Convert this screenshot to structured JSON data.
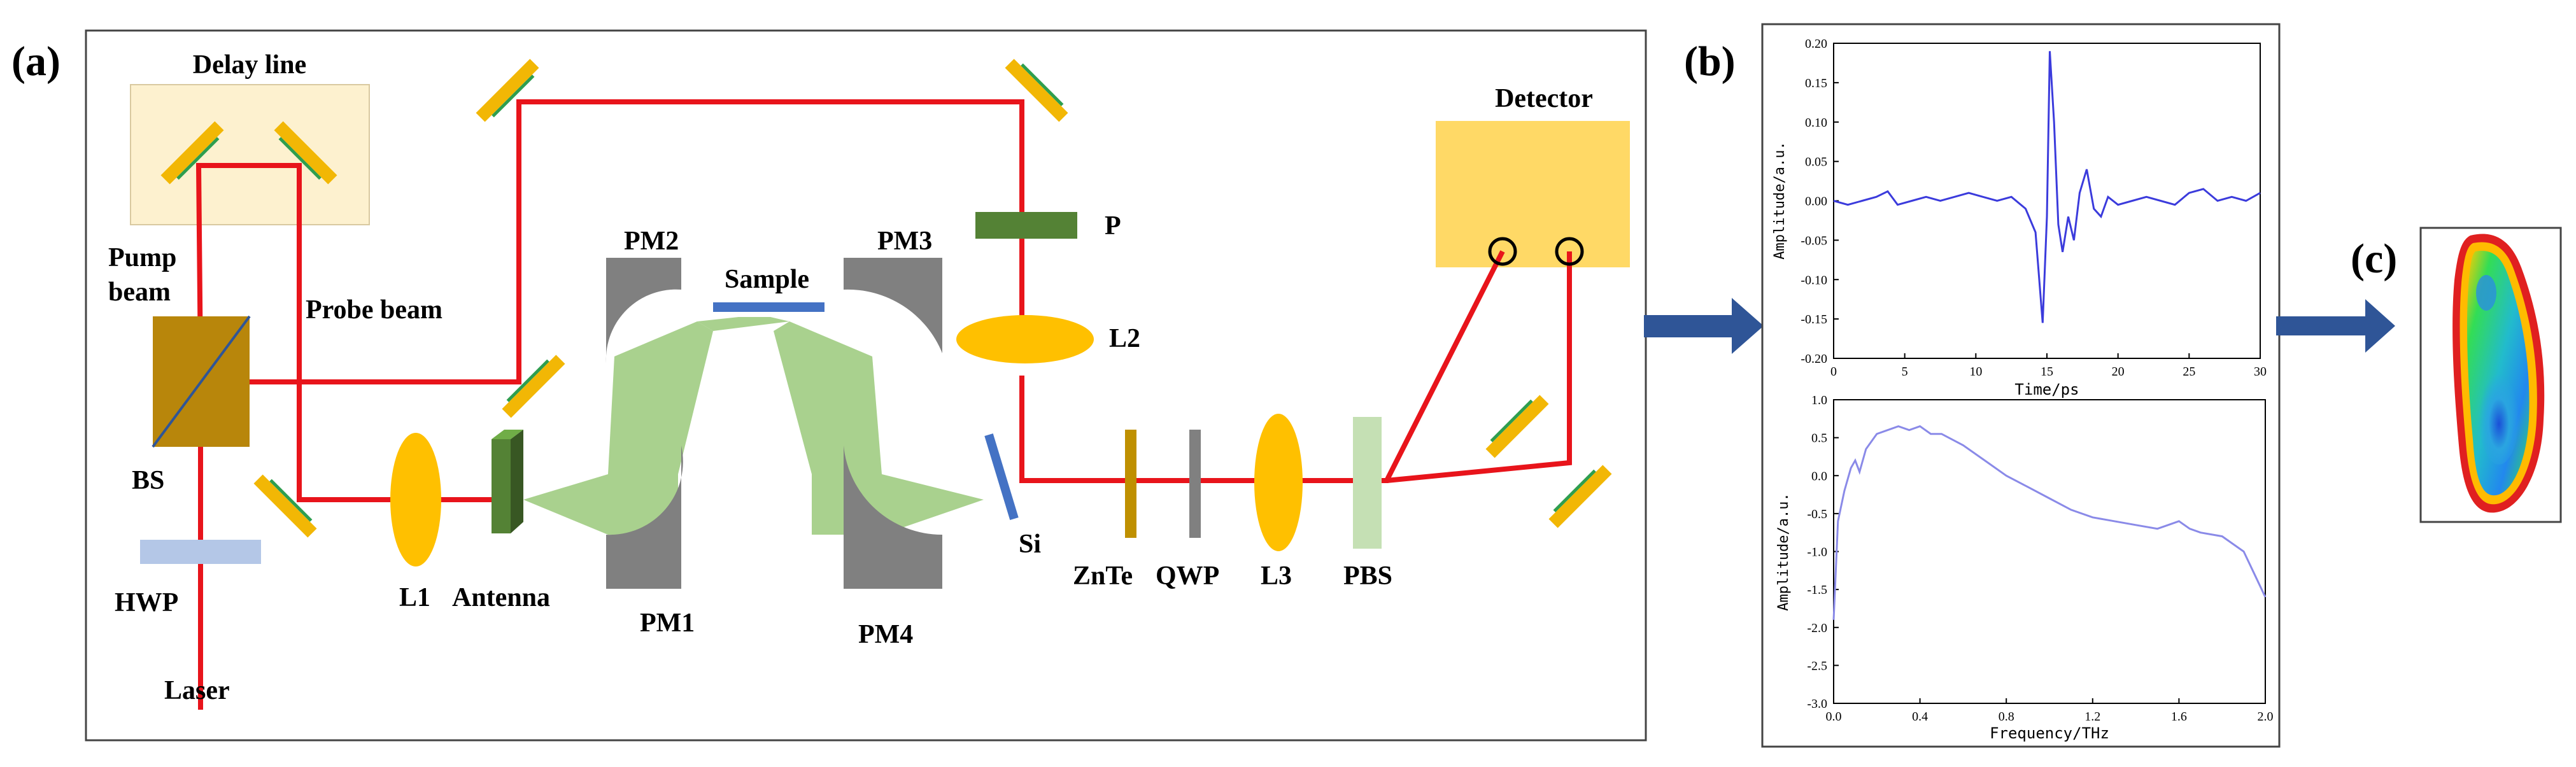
{
  "panel_a": {
    "tag": "(a)",
    "labels": {
      "delay_line": "Delay line",
      "pump_beam_1": "Pump",
      "pump_beam_2": "beam",
      "probe_beam": "Probe beam",
      "bs": "BS",
      "hwp": "HWP",
      "laser": "Laser",
      "l1": "L1",
      "antenna": "Antenna",
      "pm1": "PM1",
      "pm2": "PM2",
      "pm3": "PM3",
      "pm4": "PM4",
      "sample": "Sample",
      "p": "P",
      "l2": "L2",
      "si": "Si",
      "znte": "ZnTe",
      "qwp": "QWP",
      "l3": "L3",
      "pbs": "PBS",
      "detector": "Detector"
    },
    "colors": {
      "beam": "#e8141b",
      "thz": "#a9d18e",
      "mirror": "#f2b705",
      "mirror_coat": "#2e9e4f",
      "delay_box": "#fdf1cf",
      "detector_box": "#ffd966",
      "bs": "#b8860b",
      "hwp": "#b4c7e7",
      "lens": "#ffc000",
      "antenna": "#548235",
      "pm": "#808080",
      "sample": "#4472c4",
      "polarizer": "#548235",
      "znte": "#bf9000",
      "qwp": "#808080",
      "pbs": "#c5e0b4",
      "si": "#4472c4"
    }
  },
  "panel_b": {
    "tag": "(b)",
    "time_chart": {
      "ylabel": "Amplitude/a.u.",
      "xlabel": "Time/ps",
      "xlim": [
        0,
        30
      ],
      "ylim": [
        -0.2,
        0.2
      ],
      "xticks": [
        "0",
        "5",
        "10",
        "15",
        "20",
        "25",
        "30"
      ],
      "yticks": [
        "0.20",
        "0.15",
        "0.10",
        "0.05",
        "0.00",
        "-0.05",
        "-0.10",
        "-0.15",
        "-0.20"
      ]
    },
    "freq_chart": {
      "ylabel": "Amplitude/a.u.",
      "xlabel": "Frequency/THz",
      "xlim": [
        0,
        2.0
      ],
      "ylim": [
        -3.0,
        1.0
      ],
      "xticks": [
        "0.0",
        "0.4",
        "0.8",
        "1.2",
        "1.6",
        "2.0"
      ],
      "yticks": [
        "1.0",
        "0.5",
        "0.0",
        "-0.5",
        "-1.0",
        "-1.5",
        "-2.0",
        "-2.5",
        "-3.0"
      ]
    }
  },
  "panel_c": {
    "tag": "(c)"
  },
  "chart_data": [
    {
      "type": "line",
      "xlabel": "Time/ps",
      "ylabel": "Amplitude/a.u.",
      "xlim": [
        0,
        30
      ],
      "ylim": [
        -0.2,
        0.2
      ],
      "line_color": "#3b3bdc",
      "x": [
        0,
        1,
        2,
        3,
        3.8,
        4.5,
        5.5,
        6.5,
        7.5,
        8.5,
        9.5,
        10.5,
        11.5,
        12.5,
        13.5,
        14.2,
        14.7,
        15.0,
        15.2,
        15.5,
        15.8,
        16.1,
        16.5,
        16.9,
        17.3,
        17.8,
        18.3,
        18.8,
        19.3,
        20,
        21,
        22,
        23,
        24,
        25,
        26,
        27,
        28,
        29,
        30
      ],
      "y": [
        0.0,
        -0.005,
        0.0,
        0.005,
        0.012,
        -0.005,
        0.0,
        0.005,
        0.0,
        0.005,
        0.01,
        0.005,
        0.0,
        0.005,
        -0.01,
        -0.04,
        -0.155,
        -0.02,
        0.19,
        0.1,
        -0.03,
        -0.065,
        -0.02,
        -0.05,
        0.01,
        0.04,
        -0.01,
        -0.02,
        0.005,
        -0.005,
        0.0,
        0.005,
        0.0,
        -0.005,
        0.01,
        0.015,
        0.0,
        0.005,
        0.0,
        0.01
      ]
    },
    {
      "type": "line",
      "xlabel": "Frequency/THz",
      "ylabel": "Amplitude/a.u.",
      "xlim": [
        0,
        2.0
      ],
      "ylim": [
        -3.0,
        1.0
      ],
      "line_color": "#8a8ae8",
      "x": [
        0.0,
        0.02,
        0.05,
        0.08,
        0.1,
        0.12,
        0.15,
        0.2,
        0.25,
        0.3,
        0.35,
        0.4,
        0.45,
        0.5,
        0.6,
        0.7,
        0.8,
        0.9,
        1.0,
        1.1,
        1.2,
        1.3,
        1.4,
        1.5,
        1.55,
        1.6,
        1.65,
        1.7,
        1.8,
        1.9,
        1.95,
        2.0
      ],
      "y": [
        -1.9,
        -0.6,
        -0.2,
        0.1,
        0.2,
        0.05,
        0.35,
        0.55,
        0.6,
        0.65,
        0.6,
        0.65,
        0.55,
        0.55,
        0.4,
        0.2,
        0.0,
        -0.15,
        -0.3,
        -0.45,
        -0.55,
        -0.6,
        -0.65,
        -0.7,
        -0.65,
        -0.6,
        -0.7,
        -0.75,
        -0.8,
        -1.0,
        -1.3,
        -1.6
      ]
    }
  ]
}
